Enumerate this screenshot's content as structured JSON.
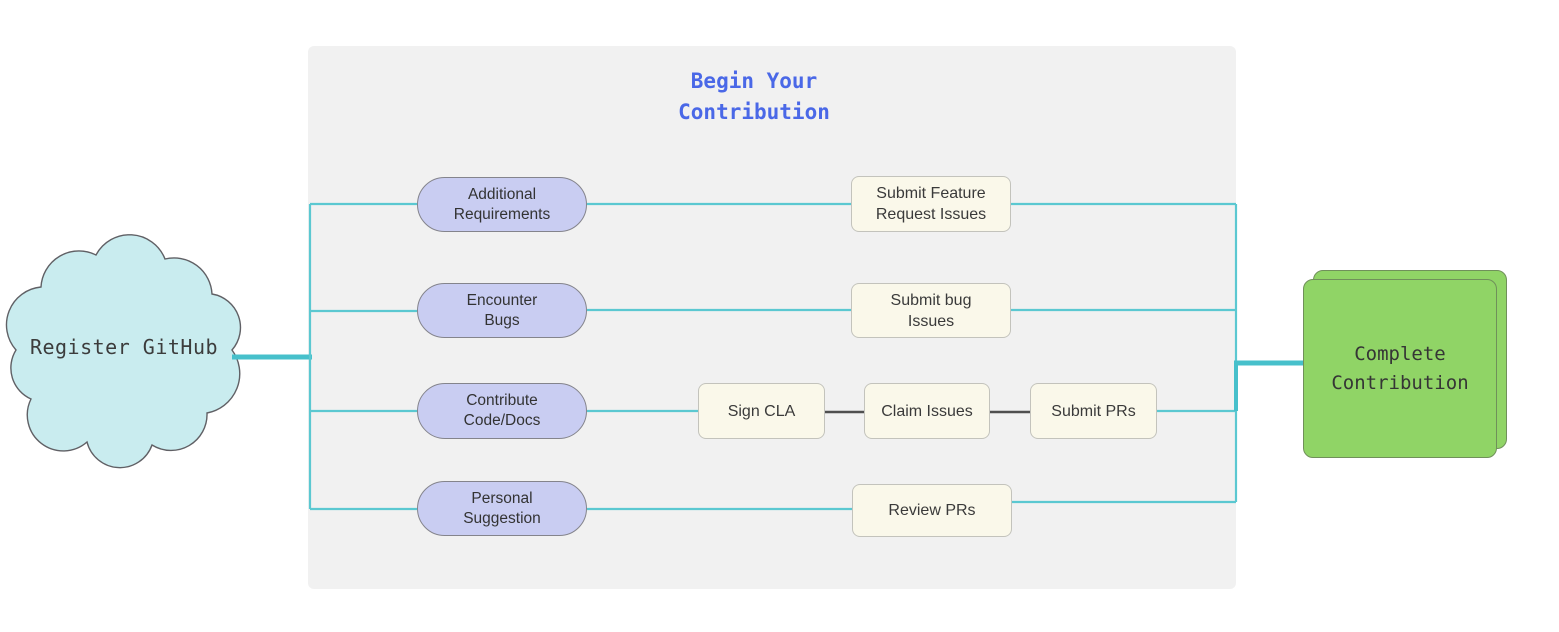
{
  "colors": {
    "connector_teal": "#5bc8d1",
    "connector_teal_thick": "#47c0cb",
    "connector_dark": "#4f4f4f",
    "panel_background": "#f1f1f1",
    "title_blue": "#4a68e7",
    "cloud_fill": "#c9ecef",
    "pill_fill": "#c9cdf2",
    "card_fill": "#faf8ea",
    "end_fill": "#90d466"
  },
  "start_node": {
    "label": "Register GitHub"
  },
  "panel": {
    "title": "Begin Your\nContribution"
  },
  "branches": [
    {
      "source": "Additional\nRequirements",
      "steps": [
        "Submit Feature\nRequest Issues"
      ]
    },
    {
      "source": "Encounter\nBugs",
      "steps": [
        "Submit bug\nIssues"
      ]
    },
    {
      "source": "Contribute\nCode/Docs",
      "steps": [
        "Sign CLA",
        "Claim Issues",
        "Submit PRs"
      ]
    },
    {
      "source": "Personal\nSuggestion",
      "steps": [
        "Review PRs"
      ]
    }
  ],
  "end_node": {
    "label": "Complete\nContribution"
  }
}
